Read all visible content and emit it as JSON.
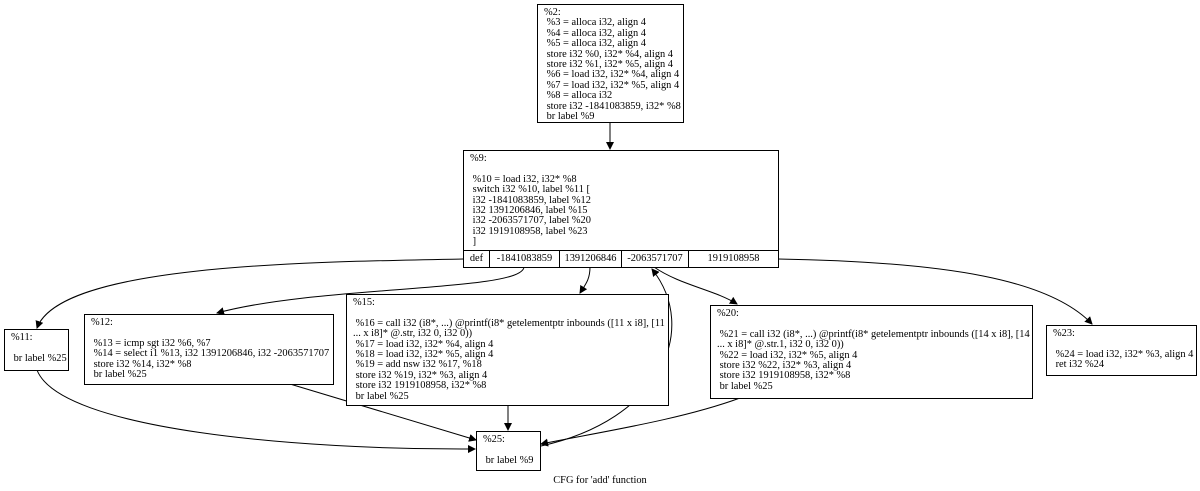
{
  "nodes": {
    "n2": [
      "%2:",
      " %3 = alloca i32, align 4",
      " %4 = alloca i32, align 4",
      " %5 = alloca i32, align 4",
      " store i32 %0, i32* %4, align 4",
      " store i32 %1, i32* %5, align 4",
      " %6 = load i32, i32* %4, align 4",
      " %7 = load i32, i32* %5, align 4",
      " %8 = alloca i32",
      " store i32 -1841083859, i32* %8",
      " br label %9"
    ],
    "n9": [
      "%9:",
      "",
      " %10 = load i32, i32* %8",
      " switch i32 %10, label %11 [",
      " i32 -1841083859, label %12",
      " i32 1391206846, label %15",
      " i32 -2063571707, label %20",
      " i32 1919108958, label %23",
      " ]"
    ],
    "n9_ports": [
      "def",
      "-1841083859",
      "1391206846",
      "-2063571707",
      "1919108958"
    ],
    "n11": [
      "%11:",
      "",
      " br label %25"
    ],
    "n12": [
      "%12:",
      "",
      " %13 = icmp sgt i32 %6, %7",
      " %14 = select i1 %13, i32 1391206846, i32 -2063571707",
      " store i32 %14, i32* %8",
      " br label %25"
    ],
    "n15": [
      "%15:",
      "",
      " %16 = call i32 (i8*, ...) @printf(i8* getelementptr inbounds ([11 x i8], [11",
      "... x i8]* @.str, i32 0, i32 0))",
      " %17 = load i32, i32* %4, align 4",
      " %18 = load i32, i32* %5, align 4",
      " %19 = add nsw i32 %17, %18",
      " store i32 %19, i32* %3, align 4",
      " store i32 1919108958, i32* %8",
      " br label %25"
    ],
    "n20": [
      "%20:",
      "",
      " %21 = call i32 (i8*, ...) @printf(i8* getelementptr inbounds ([14 x i8], [14",
      "... x i8]* @.str.1, i32 0, i32 0))",
      " %22 = load i32, i32* %5, align 4",
      " store i32 %22, i32* %3, align 4",
      " store i32 1919108958, i32* %8",
      " br label %25"
    ],
    "n23": [
      "%23:",
      "",
      " %24 = load i32, i32* %3, align 4",
      " ret i32 %24"
    ],
    "n25": [
      "%25:",
      "",
      " br label %9"
    ]
  },
  "caption": "CFG for 'add' function"
}
